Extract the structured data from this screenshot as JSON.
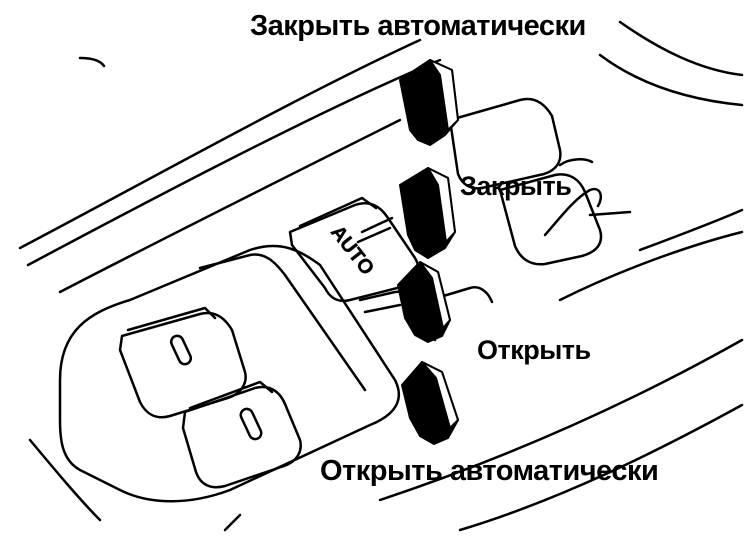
{
  "labels": {
    "close_auto": "Закрыть автоматически",
    "close": "Закрыть",
    "open": "Открыть",
    "open_auto": "Открыть автоматически"
  },
  "switch_text": "AUTO",
  "colors": {
    "line": "#000000",
    "fill": "#ffffff",
    "arrow": "#000000"
  }
}
